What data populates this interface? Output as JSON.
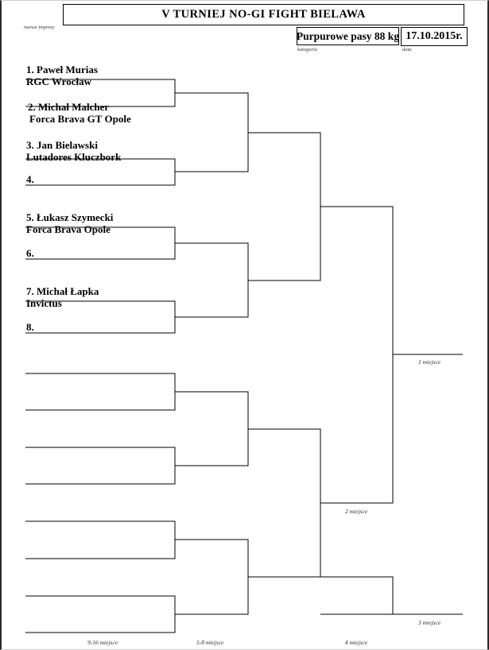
{
  "header": {
    "title": "V TURNIEJ NO-GI FIGHT BIELAWA",
    "event_caption": "nazwa imprezy",
    "category": "Purpurowe pasy 88 kg",
    "category_caption": "kategoria",
    "date": "17.10.2015r.",
    "date_caption": "data"
  },
  "bracket": {
    "type": "single-elimination-with-consolation",
    "main_draw_size": 16,
    "entrants": [
      {
        "seed": "1.",
        "name": "Paweł Murias",
        "club": "RGC Wrocław"
      },
      {
        "seed": "2.",
        "name": "Michał Malcher",
        "club": "Forca Brava GT Opole"
      },
      {
        "seed": "3.",
        "name": "Jan Bielawski",
        "club": "Lutadores Kluczbork"
      },
      {
        "seed": "4.",
        "name": "",
        "club": ""
      },
      {
        "seed": "5.",
        "name": "Łukasz Szymecki",
        "club": "Forca Brava Opole"
      },
      {
        "seed": "6.",
        "name": "",
        "club": ""
      },
      {
        "seed": "7.",
        "name": "Michał Łapka",
        "club": "Invictus"
      },
      {
        "seed": "8.",
        "name": "",
        "club": ""
      },
      {
        "seed": "",
        "name": "",
        "club": ""
      },
      {
        "seed": "",
        "name": "",
        "club": ""
      },
      {
        "seed": "",
        "name": "",
        "club": ""
      },
      {
        "seed": "",
        "name": "",
        "club": ""
      },
      {
        "seed": "",
        "name": "",
        "club": ""
      },
      {
        "seed": "",
        "name": "",
        "club": ""
      },
      {
        "seed": "",
        "name": "",
        "club": ""
      },
      {
        "seed": "",
        "name": "",
        "club": ""
      }
    ],
    "slot_labels": [
      "1. Paweł Murias",
      "RGC Wrocław",
      "2. Michał Malcher",
      "Forca Brava GT Opole",
      "3. Jan Bielawski",
      "Lutadores Kluczbork",
      "4.",
      "5. Łukasz Szymecki",
      "Forca Brava Opole",
      "6.",
      "7. Michał Łapka",
      "Invictus",
      "8."
    ],
    "placements": {
      "first": "1 miejsce",
      "second": "2 miejsce",
      "third": "3 miejsce",
      "fourth": "4 miejsce",
      "fifth_eighth": "5-8 miejsce",
      "ninth_sixteenth": "9-16 miejsce"
    }
  },
  "colors": {
    "line": "#000000",
    "text": "#000000",
    "caption": "#333333",
    "page_border": "#2b2b2b"
  }
}
